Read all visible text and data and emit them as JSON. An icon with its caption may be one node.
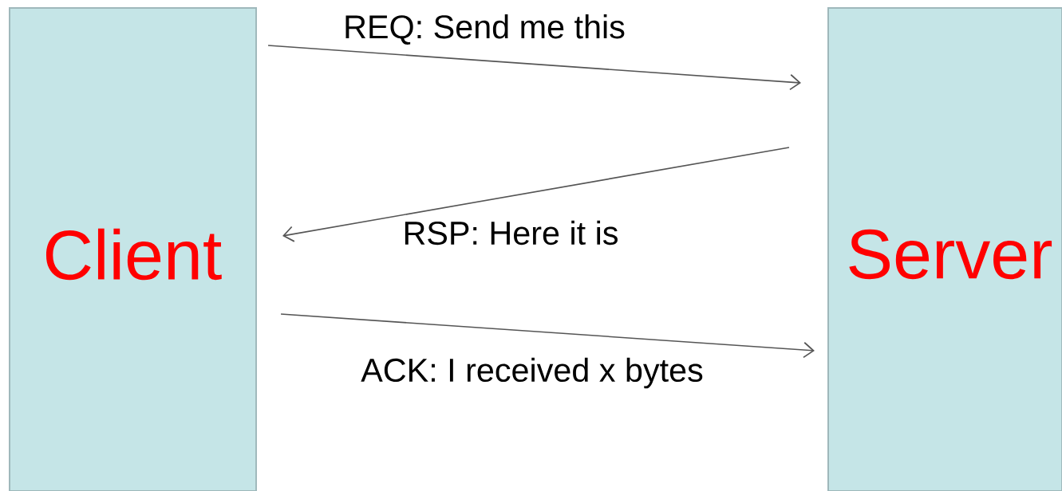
{
  "diagram": {
    "nodes": [
      {
        "text": [
          "Client"
        ]
      },
      {
        "text": [
          "Server"
        ]
      }
    ],
    "edges": [
      {
        "from": 0,
        "to": 1,
        "arrow": "to",
        "label": "REQ: Send me this"
      },
      {
        "from": 1,
        "to": 0,
        "arrow": "to",
        "label": "RSP: Here it is"
      },
      {
        "from": 0,
        "to": 1,
        "arrow": "to",
        "label": "ACK: I received x bytes"
      }
    ]
  }
}
